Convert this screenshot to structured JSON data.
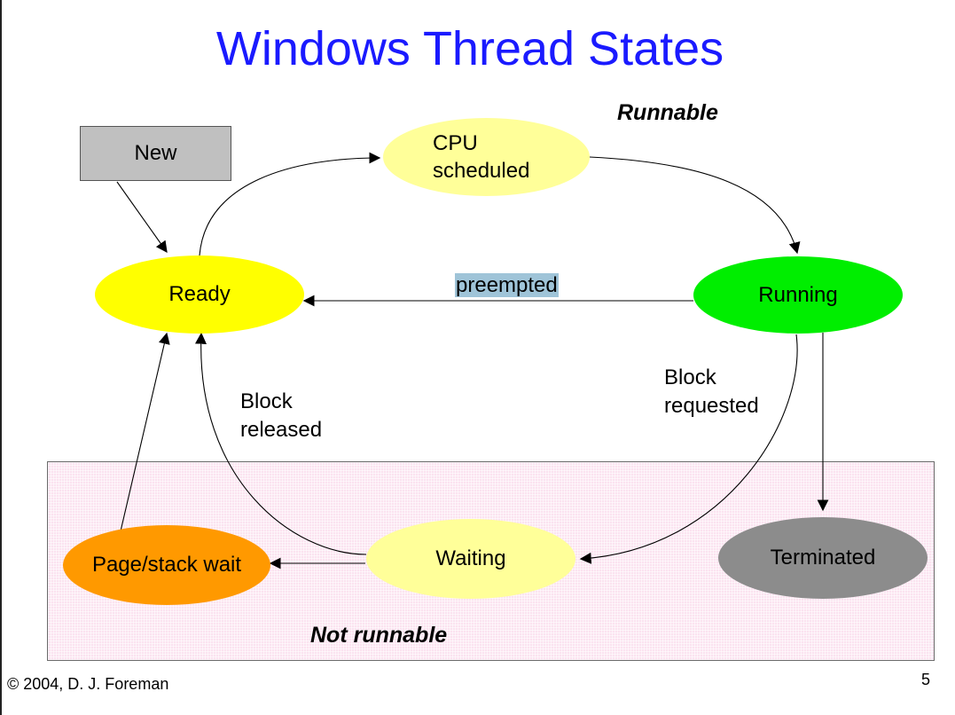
{
  "title": "Windows Thread States",
  "zones": {
    "runnable": "Runnable",
    "not_runnable": "Not runnable"
  },
  "states": {
    "new": "New",
    "ready": "Ready",
    "cpu_scheduled_line1": "CPU",
    "cpu_scheduled_line2": "scheduled",
    "running": "Running",
    "waiting": "Waiting",
    "page_stack_wait": "Page/stack wait",
    "terminated": "Terminated"
  },
  "state_colors": {
    "new": "#c0c0c0",
    "ready": "#ffff00",
    "cpu_scheduled": "#ffff99",
    "running": "#00ee00",
    "waiting": "#ffff99",
    "page_stack_wait": "#ff9900",
    "terminated": "#8c8c8c"
  },
  "edge_labels": {
    "preempted": "preempted",
    "block_released_line1": "Block",
    "block_released_line2": "released",
    "block_requested_line1": "Block",
    "block_requested_line2": "requested"
  },
  "transitions": [
    {
      "from": "New",
      "to": "Ready"
    },
    {
      "from": "Ready",
      "to": "CPU scheduled"
    },
    {
      "from": "CPU scheduled",
      "to": "Running"
    },
    {
      "from": "Running",
      "to": "Ready",
      "label": "preempted"
    },
    {
      "from": "Running",
      "to": "Waiting",
      "label": "Block requested"
    },
    {
      "from": "Running",
      "to": "Terminated"
    },
    {
      "from": "Waiting",
      "to": "Ready",
      "label": "Block released"
    },
    {
      "from": "Waiting",
      "to": "Page/stack wait"
    },
    {
      "from": "Page/stack wait",
      "to": "Ready"
    }
  ],
  "footer": {
    "copyright": "© 2004, D. J. Foreman",
    "page_number": "5"
  }
}
